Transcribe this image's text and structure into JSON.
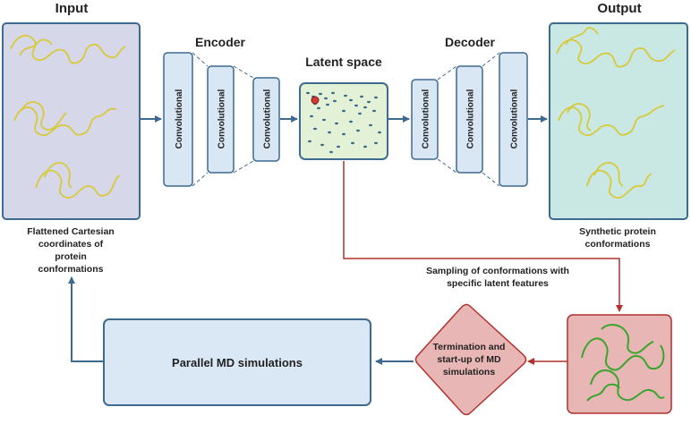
{
  "labels": {
    "input": "Input",
    "output": "Output",
    "encoder": "Encoder",
    "decoder": "Decoder",
    "latent": "Latent space",
    "conv": "Convolutional",
    "input_caption": [
      "Flattened Cartesian",
      "coordinates of",
      "protein",
      "conformations"
    ],
    "output_caption": [
      "Synthetic protein",
      "conformations"
    ],
    "sampling_caption": [
      "Sampling of conformations with",
      "specific latent features"
    ],
    "termination": [
      "Termination and",
      "start-up of MD",
      "simulations"
    ],
    "md": "Parallel MD simulations"
  },
  "colors": {
    "input_fill": "#d6d8ea",
    "box_stroke": "#3e6a8f",
    "conv_fill": "#d9e7f5",
    "latent_fill": "#e3f2d6",
    "output_fill": "#c9e8e4",
    "md_fill": "#dae8f6",
    "red_fill": "#e8b6b4",
    "red_stroke": "#b0312d",
    "arrow_blue": "#3e6a8f",
    "arrow_red": "#b0312d",
    "protein_yellow": "#d8c93a",
    "protein_green": "#3aa52d"
  }
}
